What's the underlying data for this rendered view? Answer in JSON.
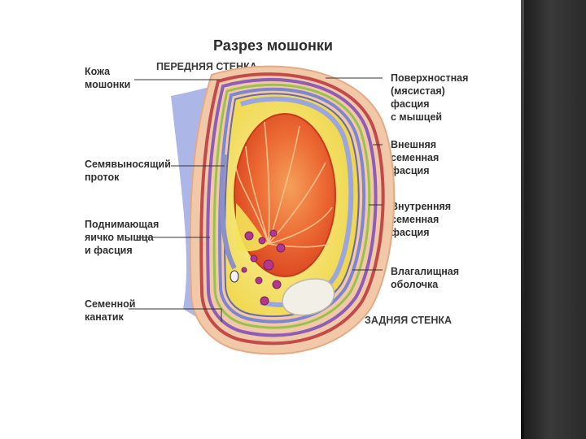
{
  "title": "Разрез мошонки",
  "walls": {
    "front": "ПЕРЕДНЯЯ СТЕНКА",
    "back": "ЗАДНЯЯ СТЕНКА"
  },
  "left_labels": {
    "skin": "Кожа\nмошонки",
    "vas_deferens": "Семявыносящий\nпроток",
    "cremaster": "Поднимающая\nяичко мышца\nи фасция",
    "spermatic_cord": "Семенной\nканатик"
  },
  "right_labels": {
    "dartos": "Поверхностная\n(мясистая)\nфасция\nс мышцей",
    "external_fascia": "Внешняя\nсеменная\nфасция",
    "internal_fascia": "Внутренняя\nсеменная\nфасция",
    "tunica_vaginalis": "Влагалищная\nоболочка"
  },
  "colors": {
    "skin": "#f2c9a8",
    "fascia_blue": "#a9b3e6",
    "testis": "#e8522a",
    "epididymis_yellow": "#f3e35a",
    "background_band": "#2b2b2b"
  }
}
